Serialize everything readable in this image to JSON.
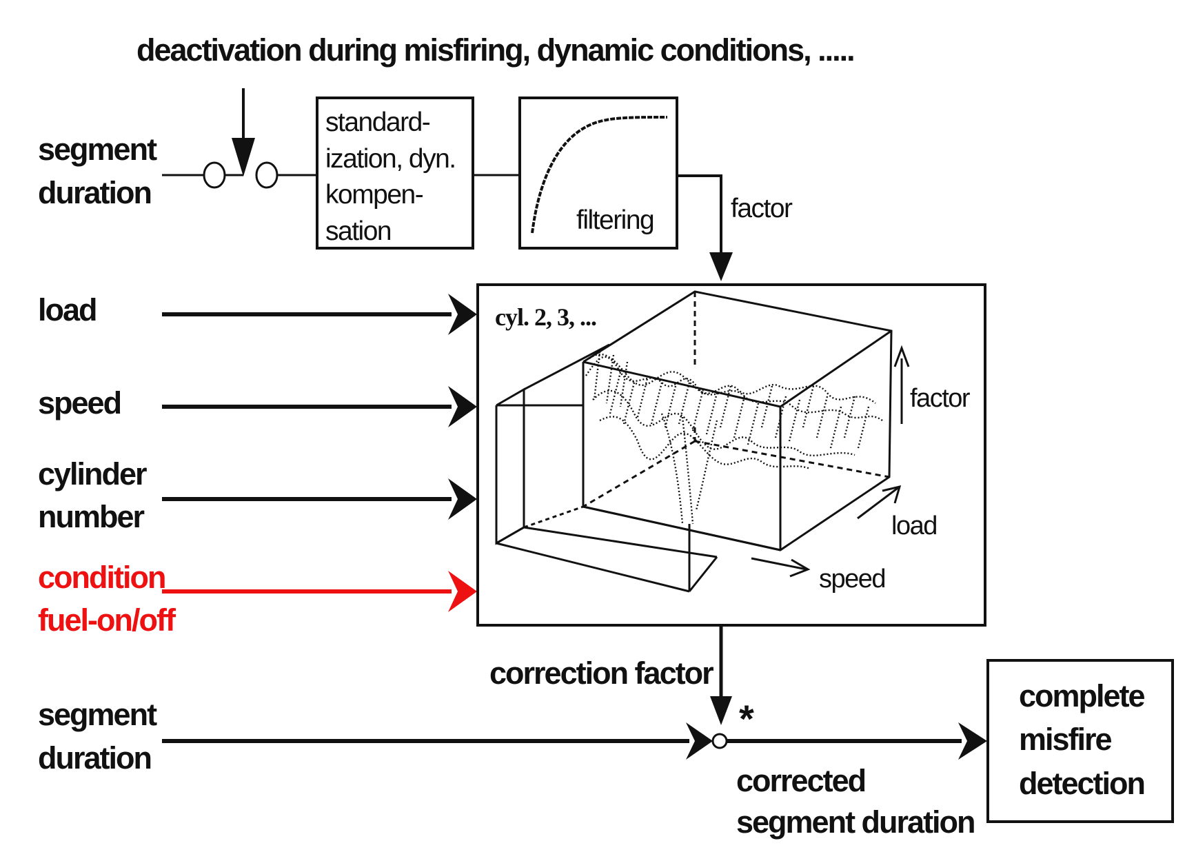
{
  "header": {
    "deactivation": "deactivation during misfiring, dynamic conditions, ....."
  },
  "inputs": {
    "segment_duration_top": [
      "segment",
      "duration"
    ],
    "load": "load",
    "speed": "speed",
    "cylinder_number": [
      "cylinder",
      "number"
    ],
    "condition": [
      "condition",
      "fuel-on/off"
    ],
    "segment_duration_bottom": [
      "segment",
      "duration"
    ]
  },
  "blocks": {
    "standardization": [
      "standard-",
      "ization, dyn.",
      "kompen-",
      "sation"
    ],
    "filtering": "filtering",
    "factor_label": "factor",
    "map_title": "cyl. 2, 3, ...",
    "map_axis_factor": "factor",
    "map_axis_load": "load",
    "map_axis_speed": "speed",
    "correction_factor": "correction factor",
    "multiply_symbol": "*",
    "corrected": [
      "corrected",
      "segment duration"
    ],
    "complete": [
      "complete",
      "misfire",
      "detection"
    ]
  },
  "colors": {
    "ink": "#111111",
    "highlight": "#ee1111"
  }
}
